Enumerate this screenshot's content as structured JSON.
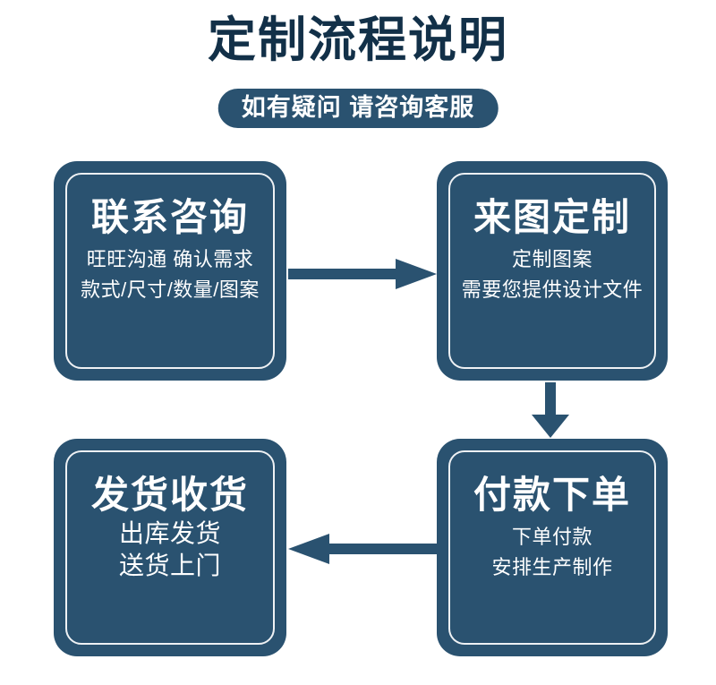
{
  "header": {
    "title": "定制流程说明",
    "subtitle": "如有疑问 请咨询客服"
  },
  "colors": {
    "box_fill": "#2a5270",
    "title_navy": "#123048",
    "arrow": "#2a5270",
    "inner_border": "#ffffff",
    "background": "#ffffff"
  },
  "steps": [
    {
      "order": 1,
      "title": "联系咨询",
      "lines": [
        "旺旺沟通 确认需求",
        "款式/尺寸/数量/图案"
      ]
    },
    {
      "order": 2,
      "title": "来图定制",
      "lines": [
        "定制图案",
        "需要您提供设计文件"
      ]
    },
    {
      "order": 3,
      "title": "付款下单",
      "lines": [
        "下单付款",
        "安排生产制作"
      ]
    },
    {
      "order": 4,
      "title": "发货收货",
      "lines": [
        "出库发货",
        "送货上门"
      ]
    }
  ],
  "arrows": [
    {
      "name": "arrow-right-step1-to-step2",
      "direction": "right"
    },
    {
      "name": "arrow-down-step2-to-step3",
      "direction": "down"
    },
    {
      "name": "arrow-left-step3-to-step4",
      "direction": "left"
    }
  ]
}
